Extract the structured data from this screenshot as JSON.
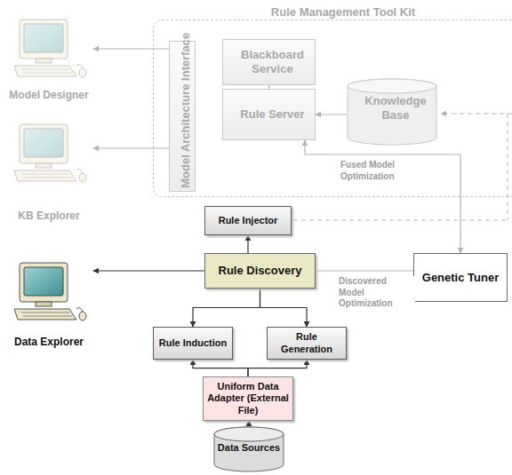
{
  "diagram": {
    "nodes": [
      {
        "text": [
          "Rule Management Tool Kit"
        ]
      },
      {
        "text": [
          "Model Architecture Interface"
        ],
        "in": 0
      },
      {
        "text": [
          "Blackboard Service"
        ],
        "in": 0
      },
      {
        "text": [
          "Rule Server"
        ],
        "in": 0
      },
      {
        "text": [
          "Knowledge Base"
        ],
        "in": 0
      },
      {
        "text": [
          "Model Designer"
        ]
      },
      {
        "text": [
          "KB Explorer"
        ]
      },
      {
        "text": [
          "Rule Injector"
        ]
      },
      {
        "text": [
          "Rule Discovery"
        ]
      },
      {
        "text": [
          "Genetic Tuner"
        ]
      },
      {
        "text": [
          "Data Explorer"
        ]
      },
      {
        "text": [
          "Rule Induction"
        ]
      },
      {
        "text": [
          "Rule Generation"
        ]
      },
      {
        "text": [
          "Uniform Data Adapter (External File)"
        ]
      },
      {
        "text": [
          "Data Sources"
        ]
      }
    ],
    "edges": [
      {
        "from": 1,
        "to": 5,
        "arrow": "to"
      },
      {
        "from": 1,
        "to": 6,
        "arrow": "to"
      },
      {
        "from": 2,
        "to": 3,
        "arrow": "none"
      },
      {
        "from": 4,
        "to": 3,
        "arrow": "to"
      },
      {
        "from": 3,
        "to": 9,
        "label": "Fused Model Optimization",
        "arrow": "both"
      },
      {
        "from": 8,
        "to": 7,
        "arrow": "to"
      },
      {
        "from": 8,
        "to": 10,
        "arrow": "to"
      },
      {
        "from": 8,
        "to": 9,
        "label": "Discovered Model Optimization",
        "arrow": "none"
      },
      {
        "from": 8,
        "to": 11,
        "arrow": "to"
      },
      {
        "from": 8,
        "to": 12,
        "arrow": "to"
      },
      {
        "from": 13,
        "to": 11,
        "arrow": "to"
      },
      {
        "from": 13,
        "to": 12,
        "arrow": "to"
      },
      {
        "from": 14,
        "to": 13,
        "arrow": "to"
      }
    ]
  }
}
